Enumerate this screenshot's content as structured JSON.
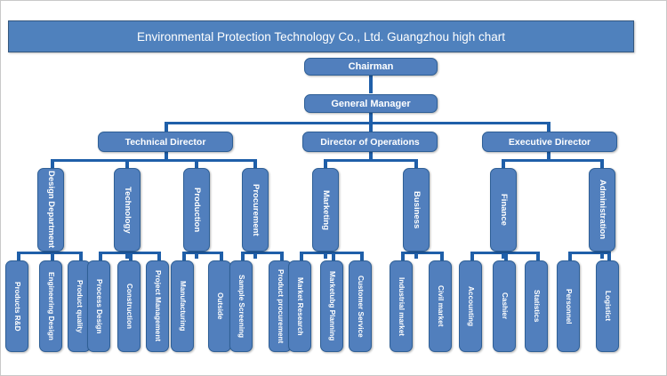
{
  "chart_data": {
    "type": "diagram",
    "diagram_type": "organizational-chart",
    "title": "Environmental Protection Technology Co., Ltd. Guangzhou high chart",
    "colors": {
      "box_fill": "#517fbd",
      "box_border": "#2e5f96",
      "title_fill": "#4f81bd",
      "connector": "#1f5fa9",
      "text": "#ffffff",
      "background": "#ffffff"
    },
    "levels": 5,
    "root": "Chairman",
    "nodes": {
      "chairman": "Chairman",
      "general_manager": "General Manager",
      "directors": [
        "Technical Director",
        "Director of Operations",
        "Executive Director"
      ],
      "departments": [
        "Design Department",
        "Technology",
        "Production",
        "Procurement",
        "Marketing",
        "Business",
        "Finance",
        "Administration"
      ],
      "teams": [
        "Products R&D",
        "Engineering  Design",
        "Product  quality",
        "Process  Design",
        "Construction",
        "Project Management",
        "Manufacturing",
        "Outside",
        "Sample  Screening",
        "Product procurement",
        "Market Research",
        "Marketubg Planning",
        "Customer Service",
        "Industrial market",
        "Civil market",
        "Accounting",
        "Cashier",
        "Statistics",
        "Personnel",
        "Logistict"
      ]
    },
    "hierarchy": {
      "Chairman": [
        "General Manager"
      ],
      "General Manager": [
        "Technical Director",
        "Director of Operations",
        "Executive Director"
      ],
      "Technical Director": [
        "Design Department",
        "Technology",
        "Production",
        "Procurement"
      ],
      "Director of Operations": [
        "Marketing",
        "Business"
      ],
      "Executive Director": [
        "Finance",
        "Administration"
      ],
      "Design Department": [
        "Products R&D",
        "Engineering  Design",
        "Product  quality"
      ],
      "Technology": [
        "Process  Design",
        "Construction",
        "Project Management"
      ],
      "Production": [
        "Manufacturing",
        "Outside"
      ],
      "Procurement": [
        "Sample  Screening",
        "Product procurement"
      ],
      "Marketing": [
        "Market Research",
        "Marketubg Planning",
        "Customer Service"
      ],
      "Business": [
        "Industrial market",
        "Civil market"
      ],
      "Finance": [
        "Accounting",
        "Cashier",
        "Statistics"
      ],
      "Administration": [
        "Personnel",
        "Logistict"
      ]
    }
  }
}
